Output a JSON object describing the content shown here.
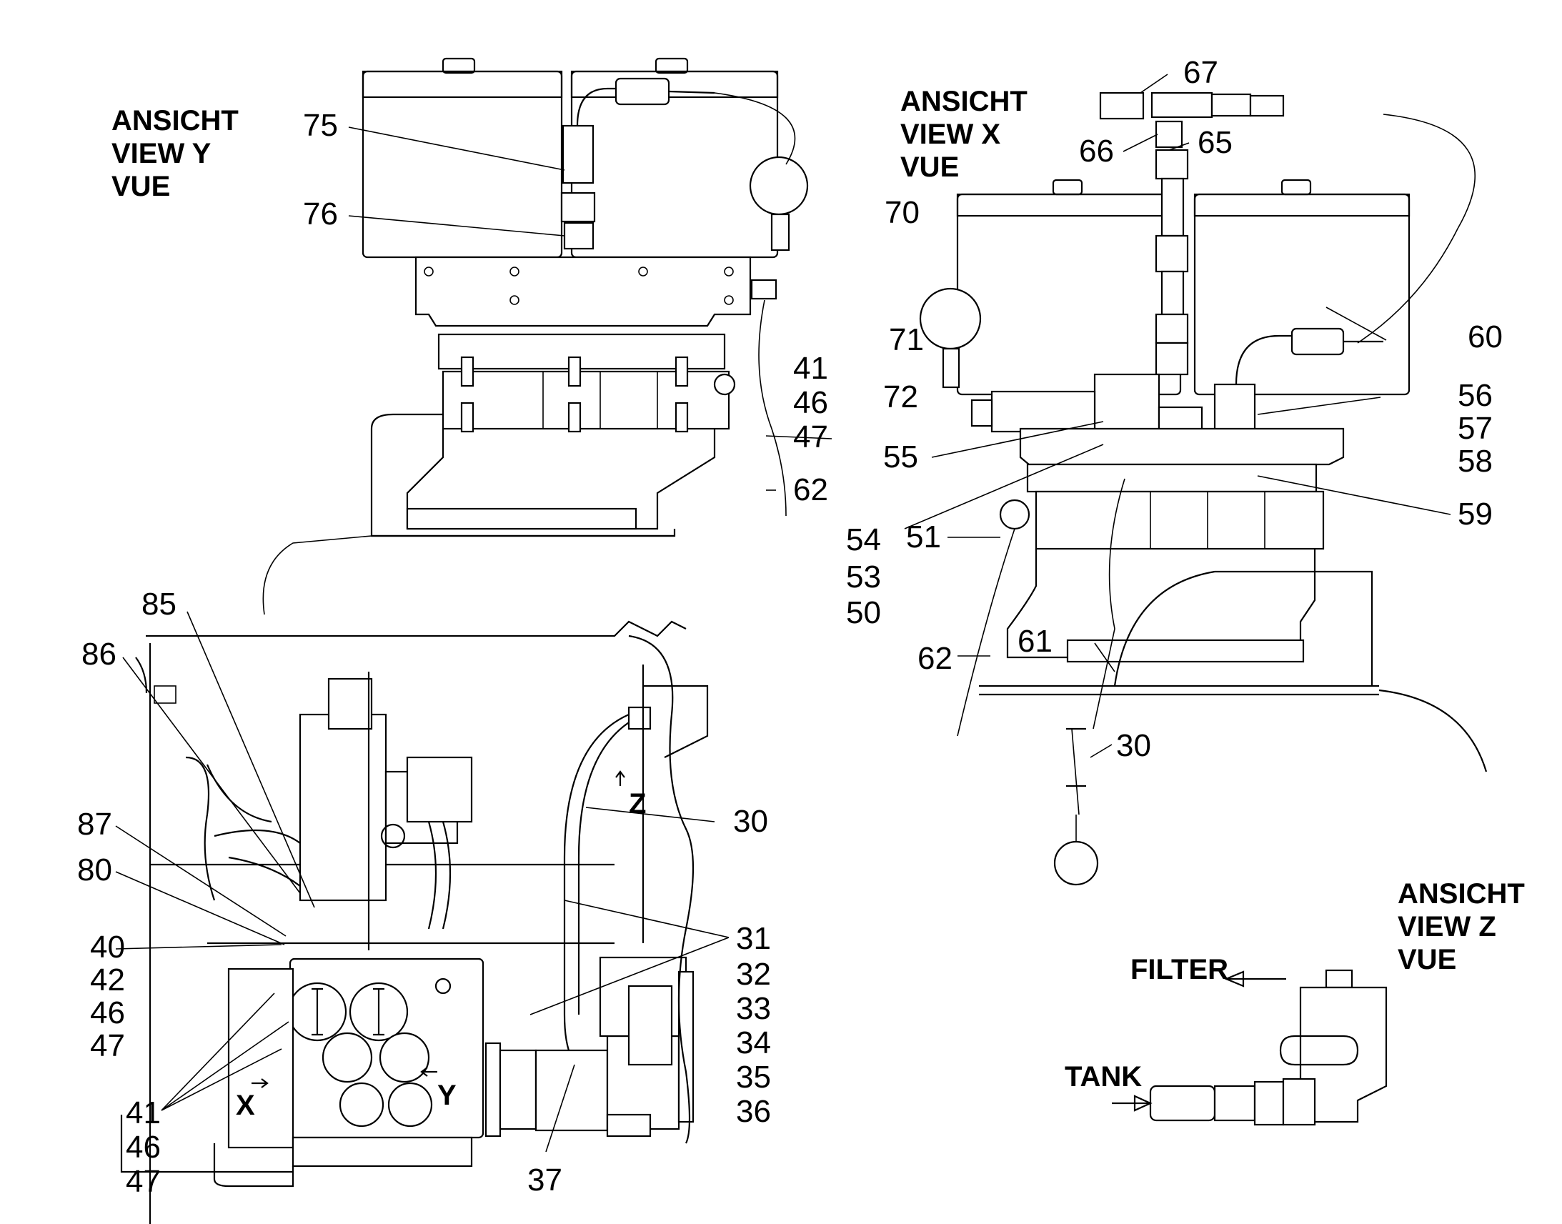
{
  "views": {
    "y": {
      "l1": "ANSICHT",
      "l2": "VIEW  Y",
      "l3": "VUE"
    },
    "x": {
      "l1": "ANSICHT",
      "l2": "VIEW  X",
      "l3": "VUE"
    },
    "z": {
      "l1": "ANSICHT",
      "l2": "VIEW  Z",
      "l3": "VUE"
    }
  },
  "flow_labels": {
    "filter": "FILTER",
    "tank": "TANK"
  },
  "view_markers": {
    "x": "X",
    "y": "Y",
    "z": "Z"
  },
  "callouts": {
    "c75": "75",
    "c76": "76",
    "c41a": "41",
    "c46a": "46",
    "c47a": "47",
    "c62a": "62",
    "c67": "67",
    "c66": "66",
    "c65": "65",
    "c70": "70",
    "c71": "71",
    "c72": "72",
    "c60": "60",
    "c56": "56",
    "c57": "57",
    "c58": "58",
    "c55": "55",
    "c54": "54",
    "c53": "53",
    "c50": "50",
    "c51": "51",
    "c59": "59",
    "c62b": "62",
    "c61": "61",
    "c30a": "30",
    "c85": "85",
    "c86": "86",
    "c87": "87",
    "c80": "80",
    "c40": "40",
    "c42": "42",
    "c46b": "46",
    "c47b": "47",
    "c41b": "41",
    "c46c": "46",
    "c47c": "47",
    "c37": "37",
    "c30b": "30",
    "c31": "31",
    "c32": "32",
    "c33": "33",
    "c34": "34",
    "c35": "35",
    "c36": "36"
  }
}
